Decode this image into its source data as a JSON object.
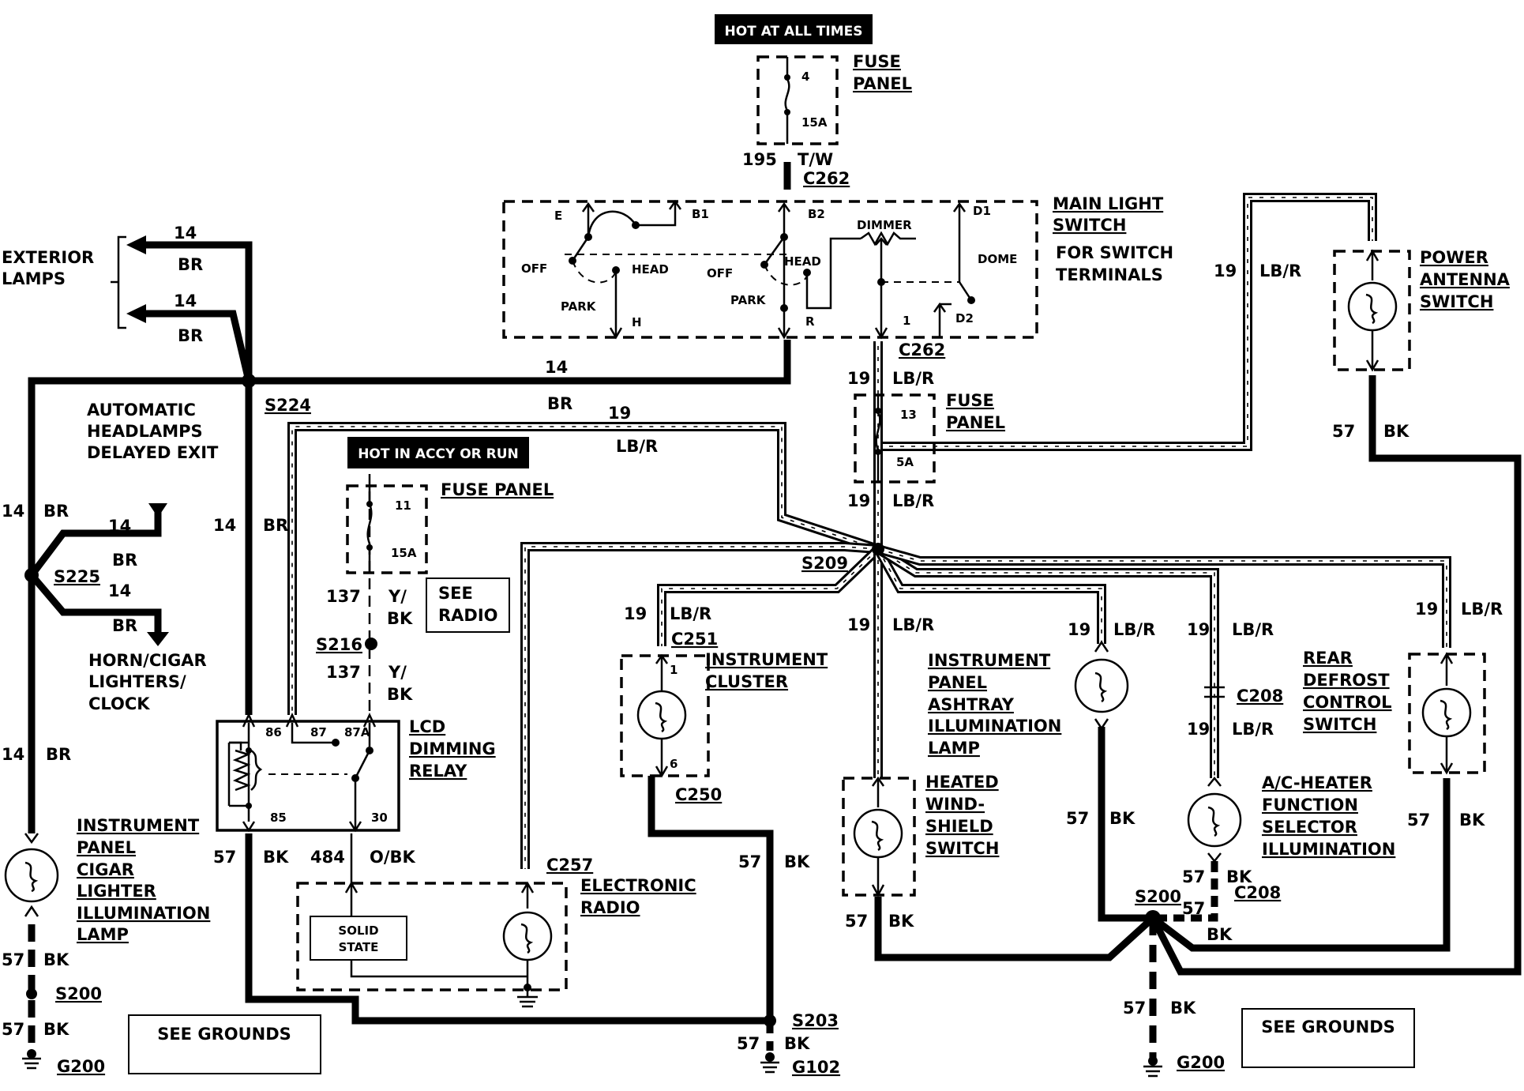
{
  "hot_at_all_times": "HOT AT ALL TIMES",
  "hot_in_accy_or_run": "HOT IN ACCY OR RUN",
  "fuse_panel_top": {
    "l1": "FUSE",
    "l2": "PANEL",
    "num": "4",
    "amp": "15A"
  },
  "fuse_panel_mid": {
    "l1": "FUSE",
    "l2": "PANEL",
    "num": "13",
    "amp": "5A"
  },
  "fuse_panel_left": {
    "label": "FUSE PANEL",
    "num": "11",
    "amp": "15A"
  },
  "see_radio": {
    "l1": "SEE",
    "l2": "RADIO"
  },
  "main_light_switch": {
    "l1": "MAIN LIGHT",
    "l2": "SWITCH",
    "l3": "FOR SWITCH",
    "l4": "TERMINALS"
  },
  "switch_terms": {
    "e": "E",
    "b1": "B1",
    "b2": "B2",
    "off": "OFF",
    "head": "HEAD",
    "park": "PARK",
    "h": "H",
    "r": "R",
    "dimmer": "DIMMER",
    "d1": "D1",
    "d2": "D2",
    "dome": "DOME",
    "one": "1"
  },
  "exterior_lamps": {
    "l1": "EXTERIOR",
    "l2": "LAMPS"
  },
  "auto_headlamps": {
    "l1": "AUTOMATIC",
    "l2": "HEADLAMPS",
    "l3": "DELAYED EXIT"
  },
  "horn": {
    "l1": "HORN/CIGAR",
    "l2": "LIGHTERS/",
    "l3": "CLOCK"
  },
  "lcd_relay": {
    "l1": "LCD",
    "l2": "DIMMING",
    "l3": "RELAY",
    "p86": "86",
    "p87": "87",
    "p87a": "87A",
    "p85": "85",
    "p30": "30"
  },
  "cigar_lamp": {
    "l1": "INSTRUMENT",
    "l2": "PANEL",
    "l3": "CIGAR",
    "l4": "LIGHTER",
    "l5": "ILLUMINATION",
    "l6": "LAMP"
  },
  "electronic_radio": {
    "l1": "ELECTRONIC",
    "l2": "RADIO",
    "solid1": "SOLID",
    "solid2": "STATE"
  },
  "instrument_cluster": {
    "l1": "INSTRUMENT",
    "l2": "CLUSTER",
    "p1": "1",
    "p6": "6"
  },
  "heated_windshield": {
    "l1": "HEATED",
    "l2": "WIND-",
    "l3": "SHIELD",
    "l4": "SWITCH"
  },
  "ashtray_lamp": {
    "l1": "INSTRUMENT",
    "l2": "PANEL",
    "l3": "ASHTRAY",
    "l4": "ILLUMINATION",
    "l5": "LAMP"
  },
  "ac_heater": {
    "l1": "A/C-HEATER",
    "l2": "FUNCTION",
    "l3": "SELECTOR",
    "l4": "ILLUMINATION"
  },
  "rear_defrost": {
    "l1": "REAR",
    "l2": "DEFROST",
    "l3": "CONTROL",
    "l4": "SWITCH"
  },
  "power_antenna": {
    "l1": "POWER",
    "l2": "ANTENNA",
    "l3": "SWITCH"
  },
  "see_grounds": "SEE GROUNDS",
  "connectors": {
    "c262": "C262",
    "c251": "C251",
    "c250": "C250",
    "c257": "C257",
    "c208": "C208",
    "s224": "S224",
    "s225": "S225",
    "s216": "S216",
    "s209": "S209",
    "s200": "S200",
    "s203": "S203",
    "g200": "G200",
    "g102": "G102"
  },
  "wires": {
    "n195": "195",
    "tw": "T/W",
    "n14": "14",
    "br": "BR",
    "n19": "19",
    "lbr": "LB/R",
    "n57": "57",
    "bk": "BK",
    "n137": "137",
    "ybk1": "Y/",
    "ybk2": "BK",
    "n484": "484",
    "obk": "O/BK"
  }
}
